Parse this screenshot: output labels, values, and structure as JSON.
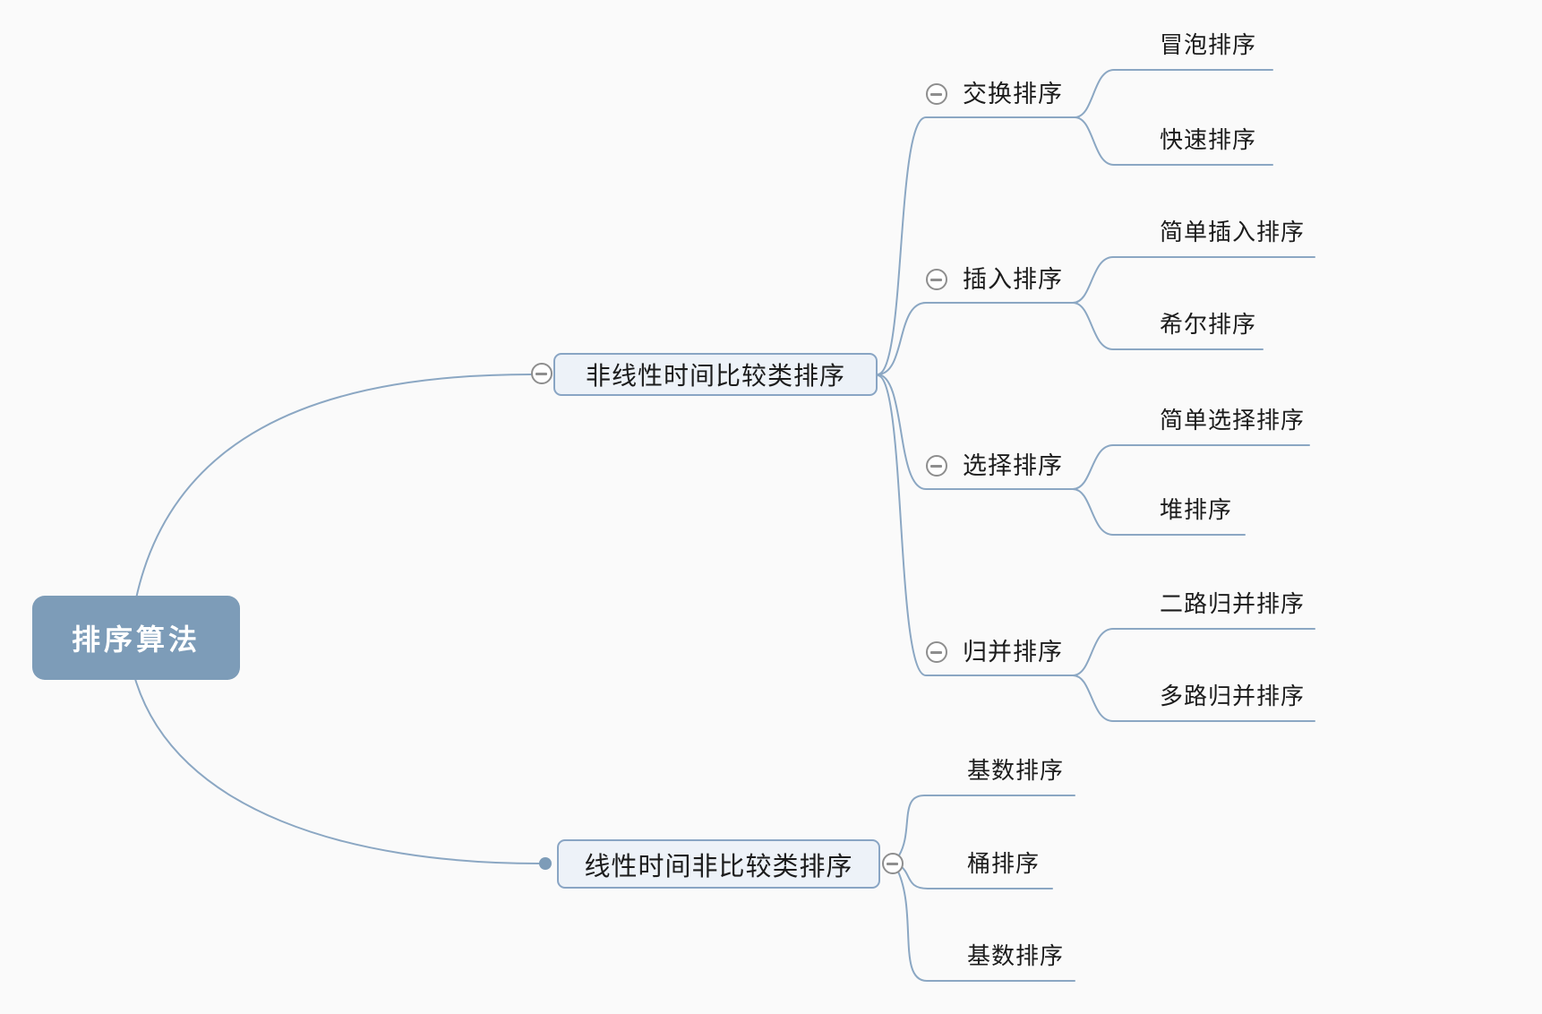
{
  "colors": {
    "background": "#fafafa",
    "edge": "#8ba7c3",
    "root_fill": "#7d9cb8",
    "root_text": "#ffffff",
    "branch_box_fill": "#edf2f8",
    "branch_box_border": "#89a5c4",
    "node_text": "#1c1c1c",
    "collapse_icon": "#8e8e8e"
  },
  "root": {
    "label": "排序算法"
  },
  "branches": [
    {
      "label": "非线性时间比较类排序",
      "children": [
        {
          "label": "交换排序",
          "children": [
            {
              "label": "冒泡排序"
            },
            {
              "label": "快速排序"
            }
          ]
        },
        {
          "label": "插入排序",
          "children": [
            {
              "label": "简单插入排序"
            },
            {
              "label": "希尔排序"
            }
          ]
        },
        {
          "label": "选择排序",
          "children": [
            {
              "label": "简单选择排序"
            },
            {
              "label": "堆排序"
            }
          ]
        },
        {
          "label": "归并排序",
          "children": [
            {
              "label": "二路归并排序"
            },
            {
              "label": "多路归并排序"
            }
          ]
        }
      ]
    },
    {
      "label": "线性时间非比较类排序",
      "children": [
        {
          "label": "基数排序"
        },
        {
          "label": "桶排序"
        },
        {
          "label": "基数排序"
        }
      ]
    }
  ]
}
